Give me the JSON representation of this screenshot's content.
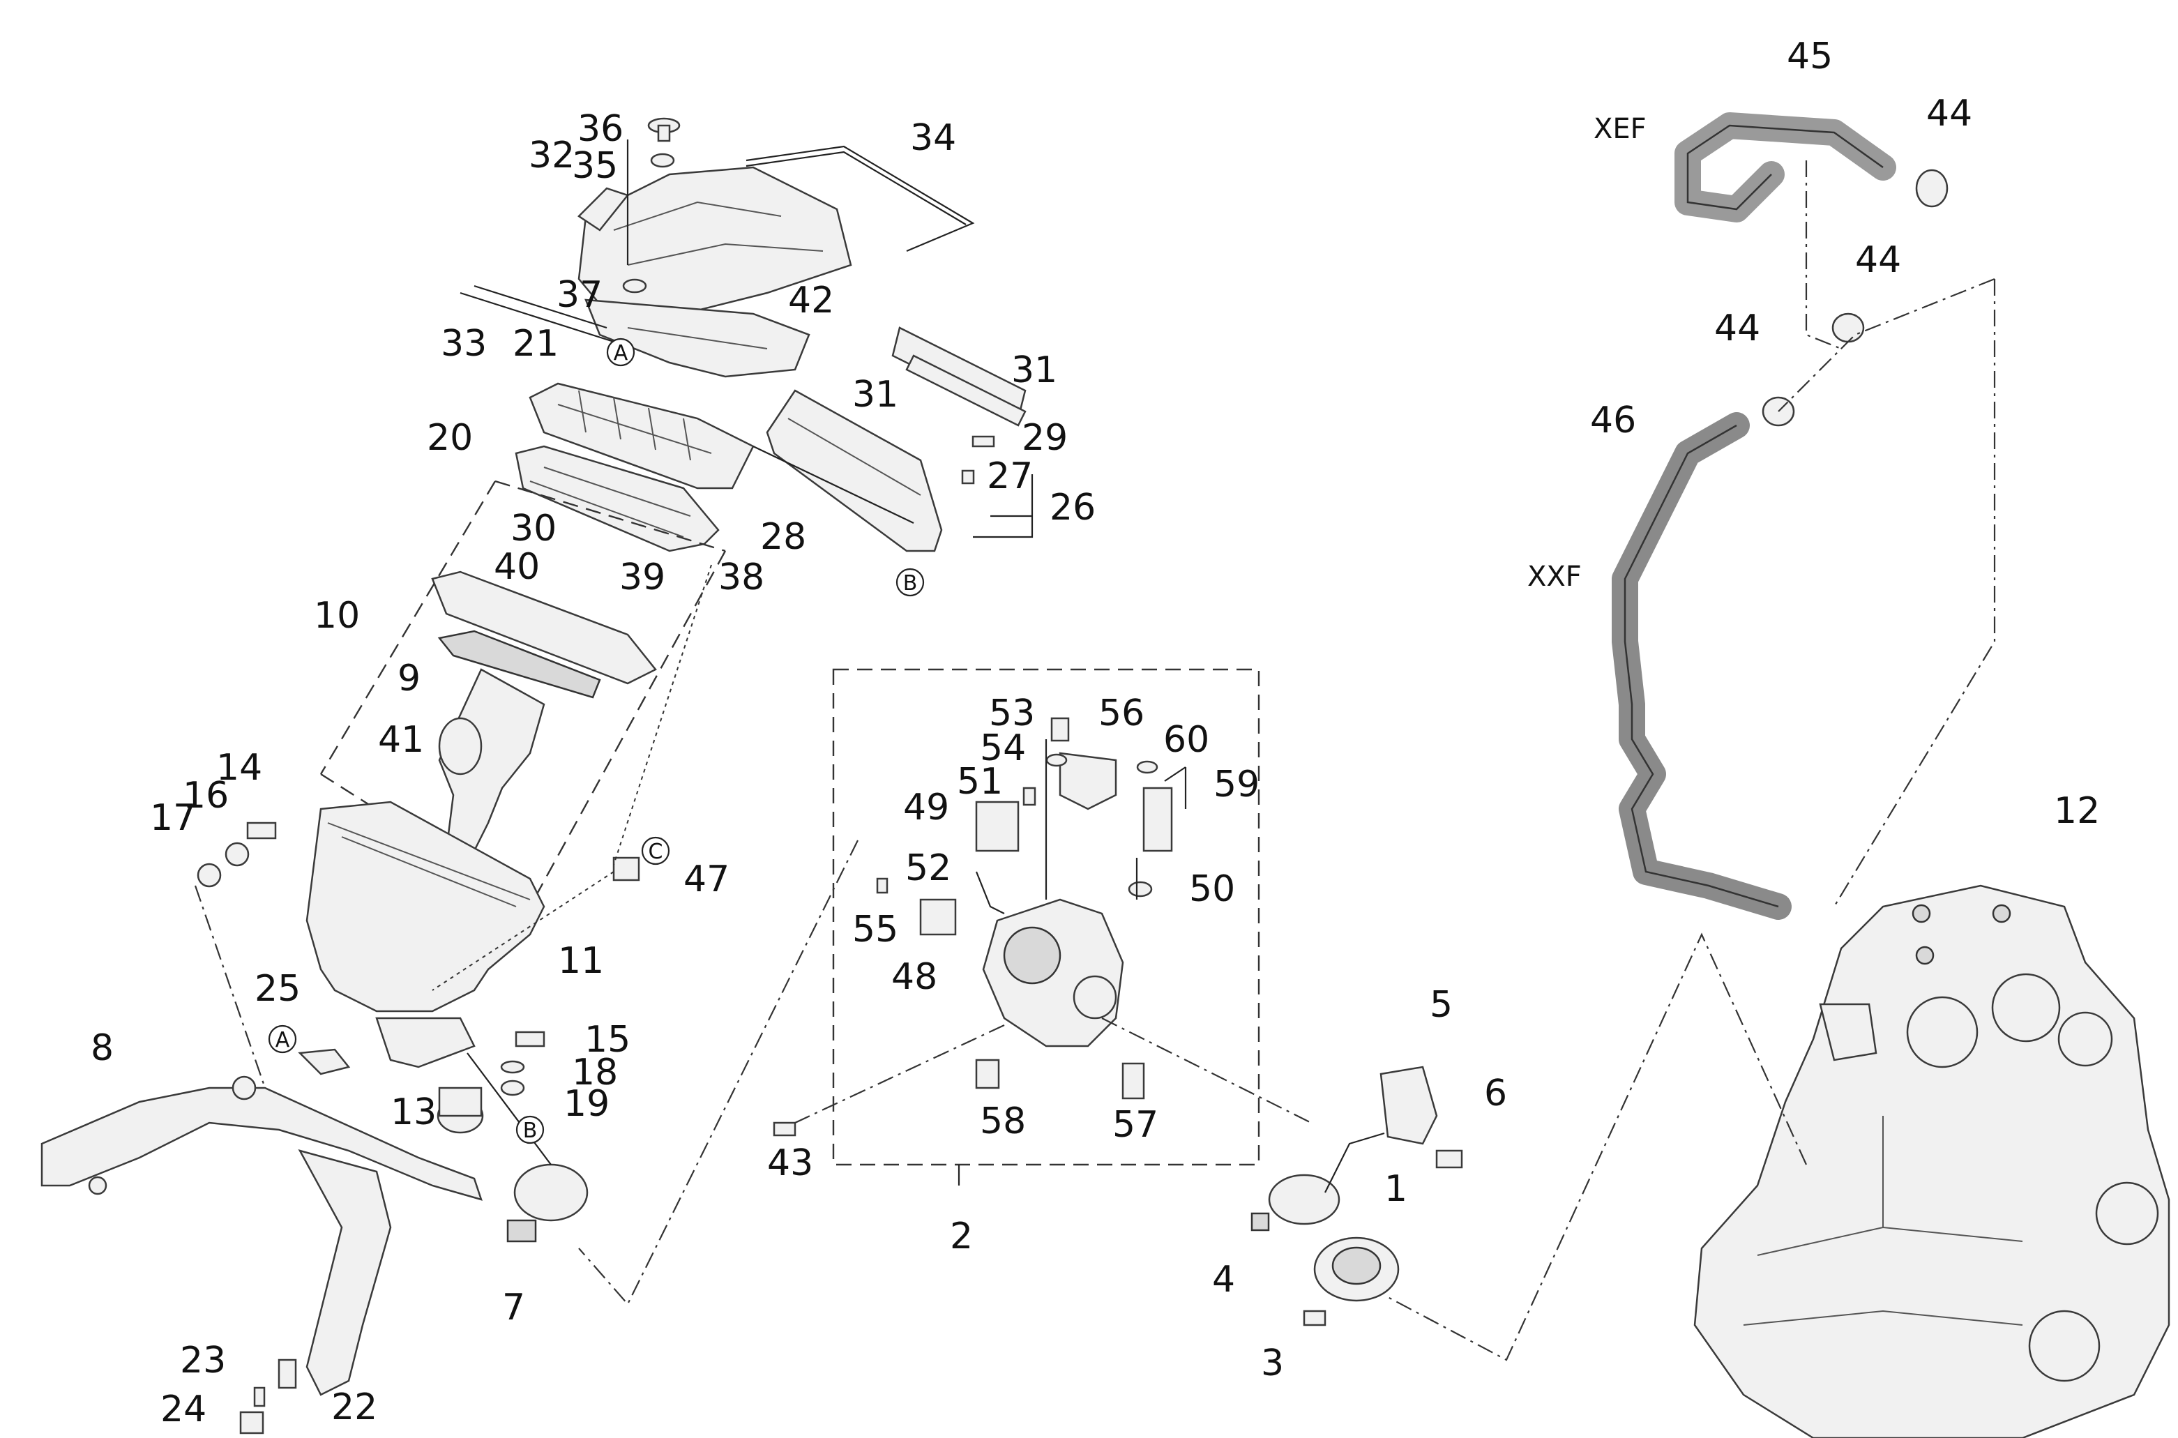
{
  "variants": {
    "xef": "XEF",
    "xxf": "XXF"
  },
  "refs": {
    "a": "A",
    "b": "B",
    "c": "C"
  },
  "callouts": {
    "p1": "1",
    "p2": "2",
    "p3": "3",
    "p4": "4",
    "p5": "5",
    "p6": "6",
    "p7": "7",
    "p8": "8",
    "p9": "9",
    "p10": "10",
    "p11": "11",
    "p12": "12",
    "p13": "13",
    "p14": "14",
    "p15": "15",
    "p16": "16",
    "p17": "17",
    "p18": "18",
    "p19": "19",
    "p20": "20",
    "p21": "21",
    "p22": "22",
    "p23": "23",
    "p24": "24",
    "p25": "25",
    "p26": "26",
    "p27": "27",
    "p28": "28",
    "p29": "29",
    "p30": "30",
    "p31": "31",
    "p32": "32",
    "p33": "33",
    "p34": "34",
    "p35": "35",
    "p36": "36",
    "p37": "37",
    "p38": "38",
    "p39": "39",
    "p40": "40",
    "p41": "41",
    "p42": "42",
    "p43": "43",
    "p44": "44",
    "p45": "45",
    "p46": "46",
    "p47": "47",
    "p48": "48",
    "p49": "49",
    "p50": "50",
    "p51": "51",
    "p52": "52",
    "p53": "53",
    "p54": "54",
    "p55": "55",
    "p56": "56",
    "p57": "57",
    "p58": "58",
    "p59": "59",
    "p60": "60"
  }
}
